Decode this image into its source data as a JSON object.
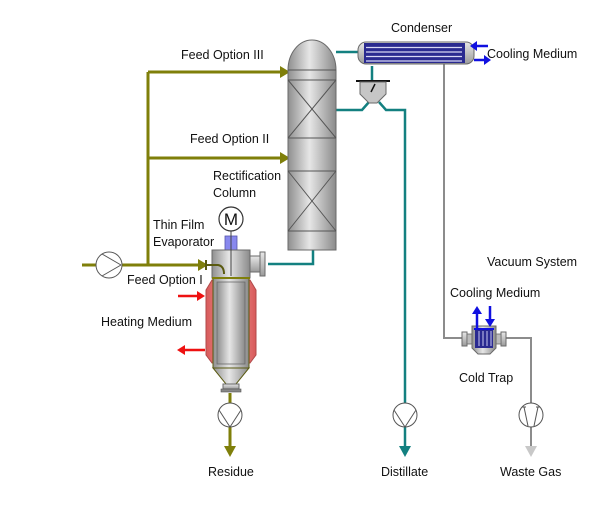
{
  "title": "Thin film evaporator with rectification column process diagram",
  "colors": {
    "feed_line": "#7f7f0a",
    "distillate_line": "#138080",
    "vacuum_line": "#8c8c8c",
    "cooling_arrow": "#1010e0",
    "heating_arrow": "#ee1111",
    "heating_jacket": "#e87070",
    "condenser_tubes": "#2a2a90",
    "vessel_gray": "#bdbdbd"
  },
  "labels": {
    "condenser": "Condenser",
    "cooling_medium_condenser": "Cooling Medium",
    "feed_option_3": "Feed Option III",
    "feed_option_2": "Feed Option II",
    "rectification_line1": "Rectification",
    "rectification_line2": "Column",
    "thin_film_line1": "Thin Film",
    "thin_film_line2": "Evaporator",
    "motor": "M",
    "feed_option_1": "Feed Option I",
    "heating_medium": "Heating Medium",
    "vacuum_system": "Vacuum System",
    "cooling_medium_trap": "Cooling Medium",
    "cold_trap": "Cold Trap",
    "residue": "Residue",
    "distillate": "Distillate",
    "waste_gas": "Waste Gas"
  }
}
